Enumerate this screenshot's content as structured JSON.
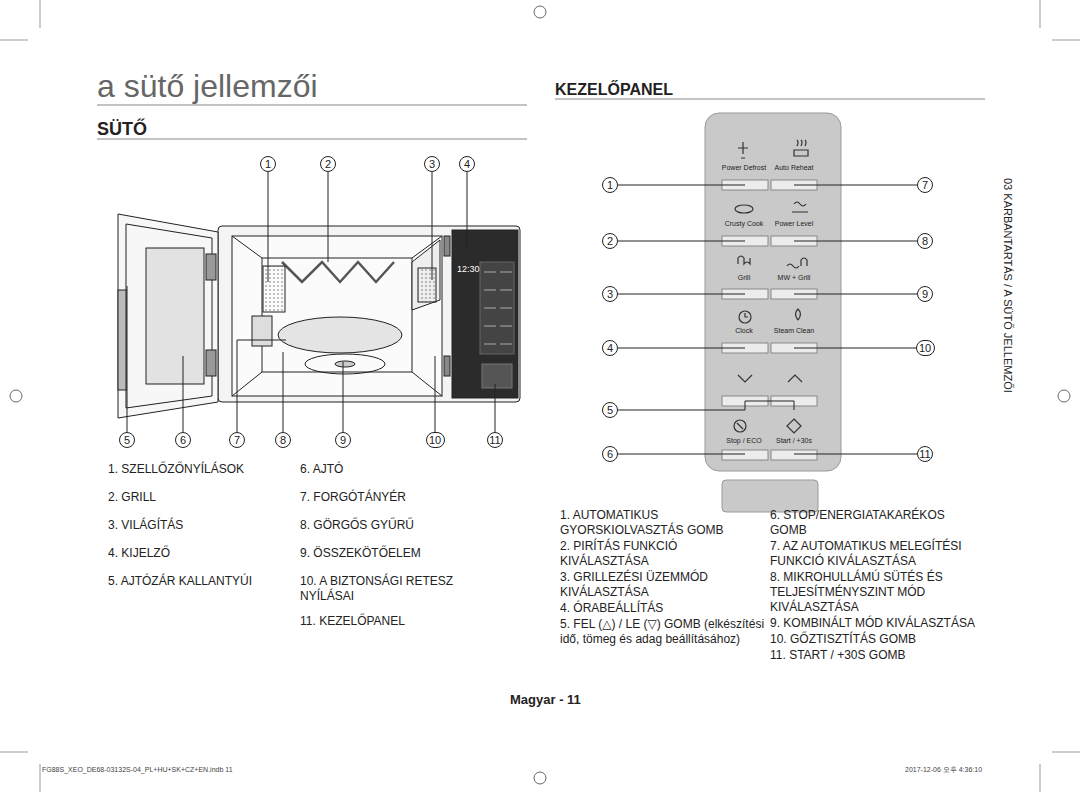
{
  "diagram": {
    "title": "a sütő jellemzői",
    "nodes": [
      {
        "text": [
          "1"
        ]
      },
      {
        "text": [
          "2"
        ]
      },
      {
        "text": [
          "3"
        ]
      },
      {
        "text": [
          "4"
        ]
      },
      {
        "text": [
          "5"
        ]
      },
      {
        "text": [
          "6"
        ]
      },
      {
        "text": [
          "7"
        ]
      },
      {
        "text": [
          "8"
        ]
      },
      {
        "text": [
          "9"
        ]
      },
      {
        "text": [
          "10"
        ]
      },
      {
        "text": [
          "11"
        ]
      },
      {
        "text": [
          "1"
        ]
      },
      {
        "text": [
          "2"
        ]
      },
      {
        "text": [
          "3"
        ]
      },
      {
        "text": [
          "4"
        ]
      },
      {
        "text": [
          "5"
        ]
      },
      {
        "text": [
          "6"
        ]
      },
      {
        "text": [
          "7"
        ]
      },
      {
        "text": [
          "8"
        ]
      },
      {
        "text": [
          "9"
        ]
      },
      {
        "text": [
          "10"
        ]
      },
      {
        "text": [
          "11"
        ]
      }
    ],
    "labels": [
      "SÜTŐ",
      "KEZELŐPANEL",
      "1. SZELLŐZŐNYÍLÁSOK",
      "2. GRILL",
      "3. VILÁGÍTÁS",
      "4. KIJELZŐ",
      "5. AJTÓZÁR KALLANTYÚI",
      "6. AJTÓ",
      "7. FORGÓTÁNYÉR",
      "8. GÖRGŐS GYŰRŰ",
      "9. ÖSSZEKÖTŐELEM",
      "10. A BIZTONSÁGI RETESZ NYÍLÁSAI",
      "11. KEZELŐPANEL",
      "1. AUTOMATIKUS GYORSKIOLVASZTÁS GOMB",
      "2. PIRÍTÁS FUNKCIÓ KIVÁLASZTÁSA",
      "3. GRILLEZÉSI ÜZEMMÓD KIVÁLASZTÁSA",
      "4. ÓRABEÁLLÍTÁS",
      "5. FEL (△) / LE (▽) GOMB (elkészítési idő, tömeg és adag beállításához)",
      "6. STOP/ENERGIATAKARÉKOS GOMB",
      "7. AZ AUTOMATIKUS MELEGÍTÉSI FUNKCIÓ KIVÁLASZTÁSA",
      "8. MIKROHULLÁMÚ SÜTÉS ÉS TELJESÍTMÉNYSZINT MÓD KIVÁLASZTÁSA",
      "9. KOMBINÁLT MÓD KIVÁLASZTÁSA",
      "10. GŐZTISZTÍTÁS GOMB",
      "11. START / +30S GOMB",
      "Power Defrost",
      "Auto Reheat",
      "Crusty Cook",
      "Power Level",
      "Grill",
      "MW + Grill",
      "Clock",
      "Steam Clean",
      "Stop / ECO",
      "Start / +30s",
      "12:30",
      "03 KARBANTARTÁS / A SÜTŐ JELLEMZŐI",
      "Magyar - 11",
      "FG88S_XEO_DE68-03132S-04_PL+HU+SK+CZ+EN.indb 11",
      "2017-12-06 오후 4:36:10"
    ]
  }
}
